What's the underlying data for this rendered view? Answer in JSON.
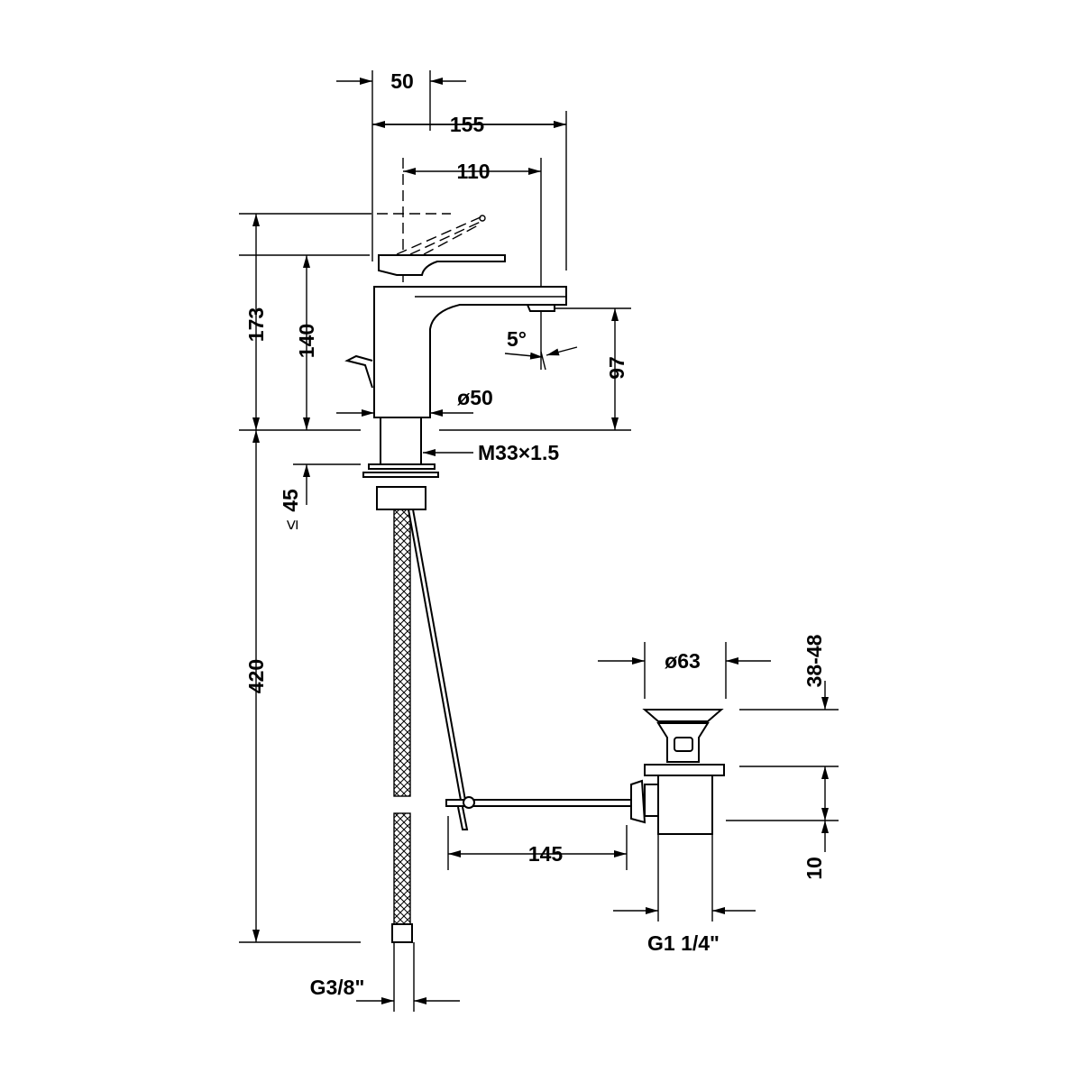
{
  "drawing": {
    "dimensions": {
      "lever_offset": "50",
      "total_depth": "155",
      "spout_reach": "110",
      "total_height": "173",
      "body_height": "140",
      "spout_height": "97",
      "spout_angle": "5°",
      "body_diameter": "ø50",
      "thread": "M33×1.5",
      "max_deck_thickness": "45",
      "max_symbol": "≤",
      "hose_length": "420",
      "waste_diameter": "ø63",
      "waste_range": "38-48",
      "rod_length": "145",
      "waste_offset": "10",
      "waste_thread": "G1 1/4\"",
      "hose_thread": "G3/8\""
    },
    "line_color": "#000000"
  }
}
